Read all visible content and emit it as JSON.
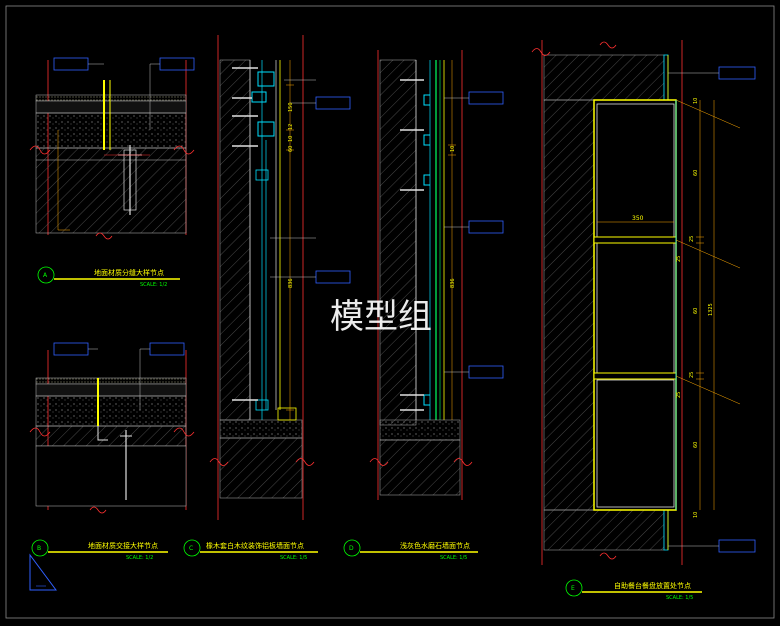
{
  "watermark": "模型组",
  "details": [
    {
      "num": "A",
      "title": "地面材质分缝大样节点",
      "scale": "SCALE: 1/2"
    },
    {
      "num": "B",
      "title": "地面材质交接大样节点",
      "scale": "SCALE: 1/2"
    },
    {
      "num": "C",
      "title": "橡木套白木纹装饰铝板墙面节点",
      "scale": "SCALE: 1/5"
    },
    {
      "num": "D",
      "title": "浅灰色水磨石墙面节点",
      "scale": "SCALE: 1/5"
    },
    {
      "num": "E",
      "title": "自助餐台餐盘放置处节点",
      "scale": "SCALE: 1/5"
    }
  ],
  "dimensions": {
    "c_top": "150",
    "c_a": "10",
    "c_b": "60",
    "c_c": "12",
    "c_total": "836",
    "d_a": "10",
    "d_total": "836",
    "e_width": "350",
    "e_total": "1325",
    "e_s1": "60",
    "e_s2": "60",
    "e_s3": "60",
    "e_a": "25",
    "e_b": "25",
    "e_c": "25",
    "e_d": "25",
    "e_e": "10",
    "e_f": "10"
  }
}
